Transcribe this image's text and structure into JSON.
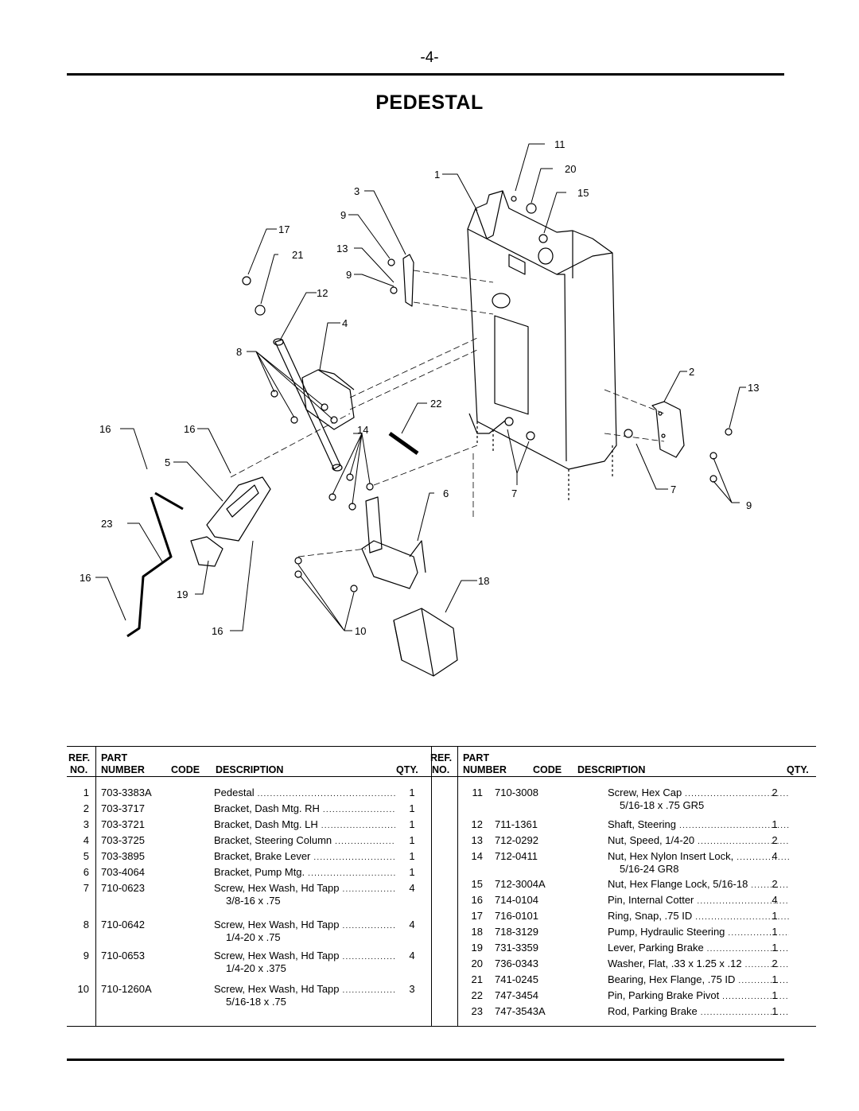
{
  "page_number": "-4-",
  "title": "PEDESTAL",
  "callouts": [
    "11",
    "20",
    "1",
    "15",
    "3",
    "9",
    "17",
    "13",
    "21",
    "9",
    "12",
    "4",
    "8",
    "2",
    "13",
    "22",
    "16",
    "16",
    "14",
    "5",
    "6",
    "7",
    "7",
    "9",
    "23",
    "18",
    "16",
    "19",
    "16",
    "10"
  ],
  "table": {
    "headers": {
      "ref_no": [
        "REF.",
        "NO."
      ],
      "part_number": [
        "PART",
        "NUMBER"
      ],
      "code": "CODE",
      "description": "DESCRIPTION",
      "qty": "QTY."
    },
    "left": [
      {
        "ref": "1",
        "part": "703-3383A",
        "desc": "Pedestal",
        "sub": "",
        "qty": "1"
      },
      {
        "ref": "2",
        "part": "703-3717",
        "desc": "Bracket, Dash Mtg. RH",
        "sub": "",
        "qty": "1"
      },
      {
        "ref": "3",
        "part": "703-3721",
        "desc": "Bracket, Dash Mtg. LH",
        "sub": "",
        "qty": "1"
      },
      {
        "ref": "4",
        "part": "703-3725",
        "desc": "Bracket, Steering Column",
        "sub": "",
        "qty": "1"
      },
      {
        "ref": "5",
        "part": "703-3895",
        "desc": "Bracket, Brake Lever",
        "sub": "",
        "qty": "1"
      },
      {
        "ref": "6",
        "part": "703-4064",
        "desc": "Bracket, Pump Mtg.",
        "sub": "",
        "qty": "1"
      },
      {
        "ref": "7",
        "part": "710-0623",
        "desc": "Screw, Hex Wash, Hd Tapp",
        "sub": "3/8-16 x .75",
        "qty": "4"
      },
      {
        "ref": "8",
        "part": "710-0642",
        "desc": "Screw, Hex Wash, Hd Tapp",
        "sub": "1/4-20 x .75",
        "qty": "4"
      },
      {
        "ref": "9",
        "part": "710-0653",
        "desc": "Screw, Hex Wash, Hd Tapp",
        "sub": "1/4-20 x .375",
        "qty": "4"
      },
      {
        "ref": "10",
        "part": "710-1260A",
        "desc": "Screw, Hex Wash, Hd Tapp",
        "sub": "5/16-18 x .75",
        "qty": "3"
      }
    ],
    "right": [
      {
        "ref": "11",
        "part": "710-3008",
        "desc": "Screw, Hex Cap",
        "sub": "5/16-18 x .75 GR5",
        "qty": "2"
      },
      {
        "ref": "12",
        "part": "711-1361",
        "desc": "Shaft, Steering",
        "sub": "",
        "qty": "1"
      },
      {
        "ref": "13",
        "part": "712-0292",
        "desc": "Nut, Speed, 1/4-20",
        "sub": "",
        "qty": "2"
      },
      {
        "ref": "14",
        "part": "712-0411",
        "desc": "Nut, Hex Nylon Insert Lock,",
        "sub": "5/16-24 GR8",
        "qty": "4"
      },
      {
        "ref": "15",
        "part": "712-3004A",
        "desc": "Nut, Hex Flange Lock, 5/16-18",
        "sub": "",
        "qty": "2"
      },
      {
        "ref": "16",
        "part": "714-0104",
        "desc": "Pin, Internal Cotter",
        "sub": "",
        "qty": "4"
      },
      {
        "ref": "17",
        "part": "716-0101",
        "desc": "Ring, Snap, .75 ID",
        "sub": "",
        "qty": "1"
      },
      {
        "ref": "18",
        "part": "718-3129",
        "desc": "Pump, Hydraulic Steering",
        "sub": "",
        "qty": "1"
      },
      {
        "ref": "19",
        "part": "731-3359",
        "desc": "Lever, Parking Brake",
        "sub": "",
        "qty": "1"
      },
      {
        "ref": "20",
        "part": "736-0343",
        "desc": "Washer, Flat, .33 x 1.25 x .12",
        "sub": "",
        "qty": "2"
      },
      {
        "ref": "21",
        "part": "741-0245",
        "desc": "Bearing, Hex Flange, .75 ID",
        "sub": "",
        "qty": "1"
      },
      {
        "ref": "22",
        "part": "747-3454",
        "desc": "Pin, Parking Brake Pivot",
        "sub": "",
        "qty": "1"
      },
      {
        "ref": "23",
        "part": "747-3543A",
        "desc": "Rod, Parking Brake",
        "sub": "",
        "qty": "1"
      }
    ]
  }
}
